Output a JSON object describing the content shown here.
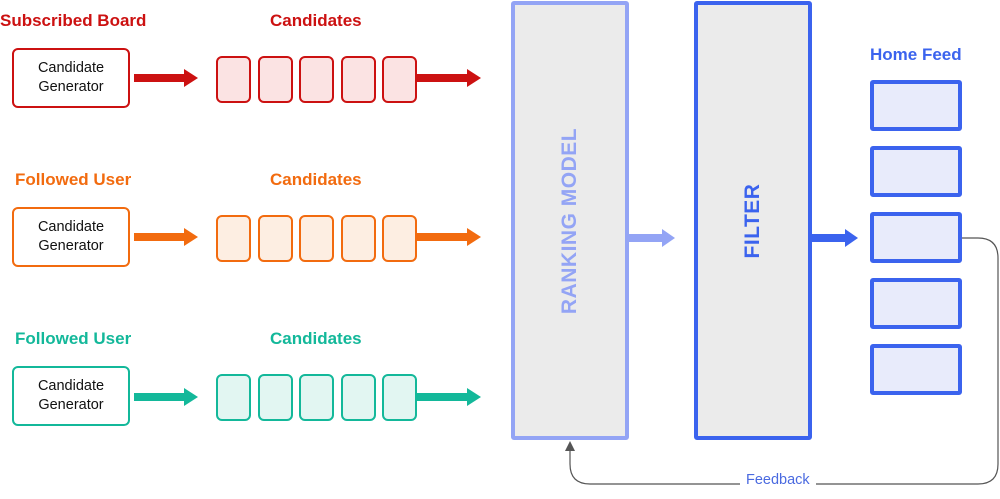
{
  "rows": [
    {
      "source_label": "Subscribed Board",
      "candidates_label": "Candidates",
      "generator_label_line1": "Candidate",
      "generator_label_line2": "Generator",
      "color": "#cc1111",
      "fill": "#fbe3e3",
      "candidate_count": 5
    },
    {
      "source_label": "Followed User",
      "candidates_label": "Candidates",
      "generator_label_line1": "Candidate",
      "generator_label_line2": "Generator",
      "color": "#f26b0f",
      "fill": "#fdeee2",
      "candidate_count": 5
    },
    {
      "source_label": "Followed User",
      "candidates_label": "Candidates",
      "generator_label_line1": "Candidate",
      "generator_label_line2": "Generator",
      "color": "#13b89a",
      "fill": "#e2f6f2",
      "candidate_count": 5
    }
  ],
  "ranking_model": {
    "label": "RANKING MODEL",
    "color": "#93a4f5",
    "fill": "#ebebeb"
  },
  "filter": {
    "label": "FILTER",
    "color": "#3b63ee",
    "fill": "#ebebeb"
  },
  "home_feed": {
    "label": "Home Feed",
    "item_count": 5,
    "color": "#3b63ee"
  },
  "feedback": {
    "label": "Feedback"
  }
}
